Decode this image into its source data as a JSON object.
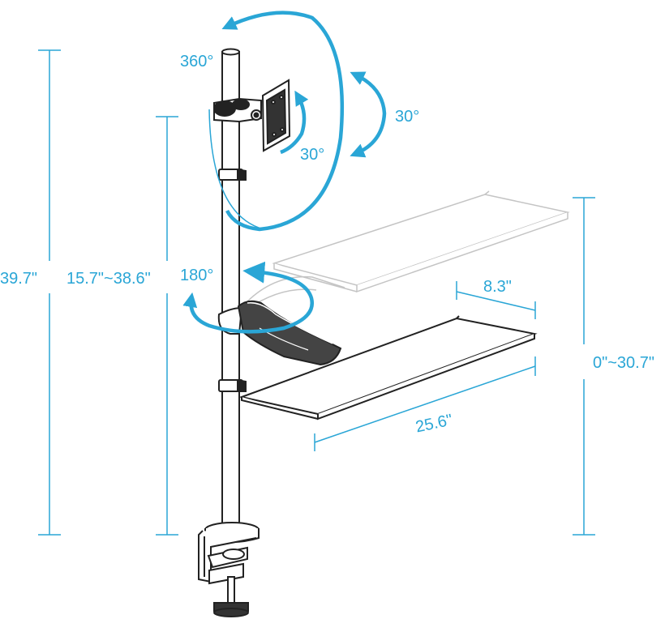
{
  "accent_color": "#2aa6d6",
  "line_color": "#222222",
  "labels": {
    "monitor_rotation": "360°",
    "tilt_up": "30°",
    "tilt_down": "30°",
    "arm_swivel": "180°",
    "total_height": "39.7\"",
    "monitor_height_range": "15.7\"~38.6\"",
    "tray_height_range": "0\"~30.7\"",
    "tray_depth": "8.3\"",
    "tray_width": "25.6\""
  }
}
